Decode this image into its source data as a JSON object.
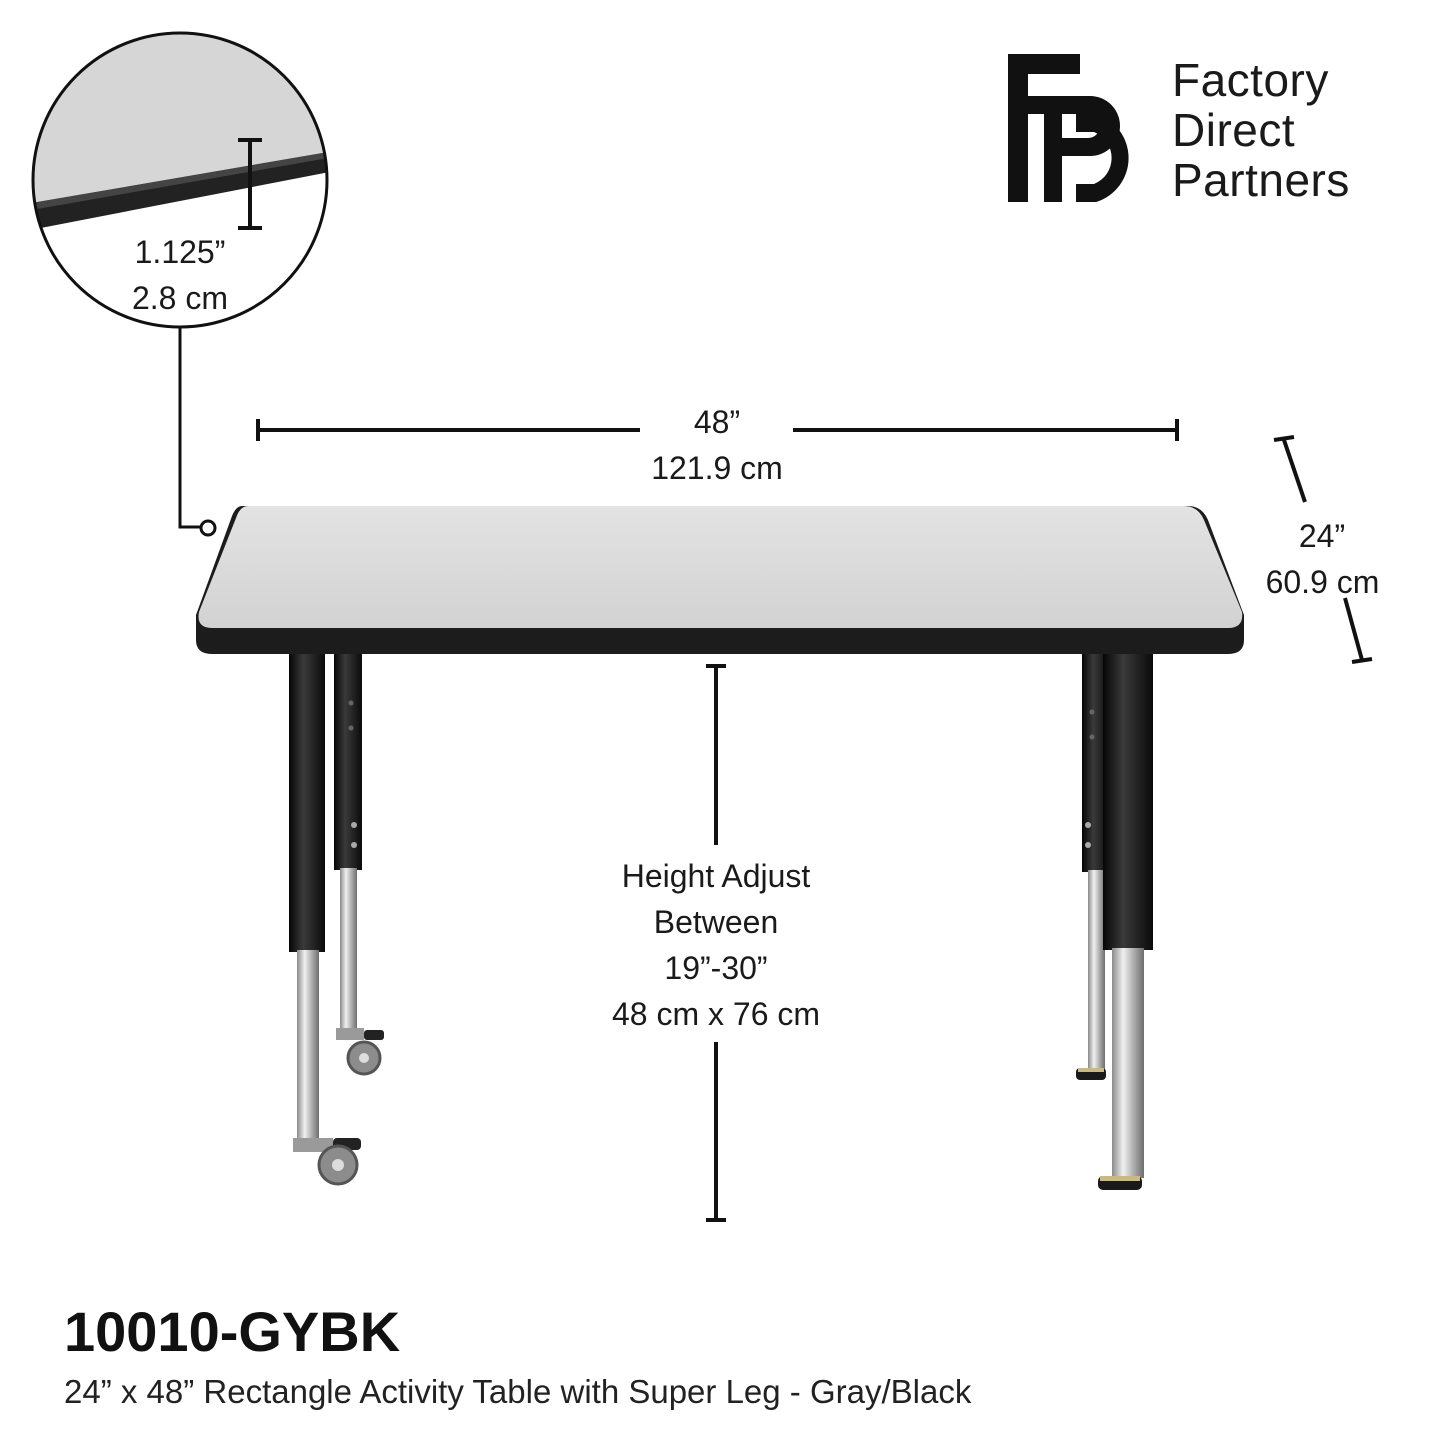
{
  "brand": {
    "logo_letters": "FDP",
    "name_lines": [
      "Factory",
      "Direct",
      "Partners"
    ]
  },
  "edge_detail": {
    "thickness_in": "1.125”",
    "thickness_cm": "2.8 cm"
  },
  "dimensions": {
    "width_in": "48”",
    "width_cm": "121.9 cm",
    "depth_in": "24”",
    "depth_cm": "60.9 cm",
    "height_lines": [
      "Height Adjust",
      "Between",
      "19”-30”",
      "48 cm x 76 cm"
    ]
  },
  "product": {
    "sku": "10010-GYBK",
    "description": "24” x 48” Rectangle Activity Table with Super Leg - Gray/Black"
  },
  "colors": {
    "tabletop": "#d9d9d9",
    "edge_band": "#1c1c1c",
    "legs": "#141414",
    "chrome": "#b8b8b8"
  }
}
